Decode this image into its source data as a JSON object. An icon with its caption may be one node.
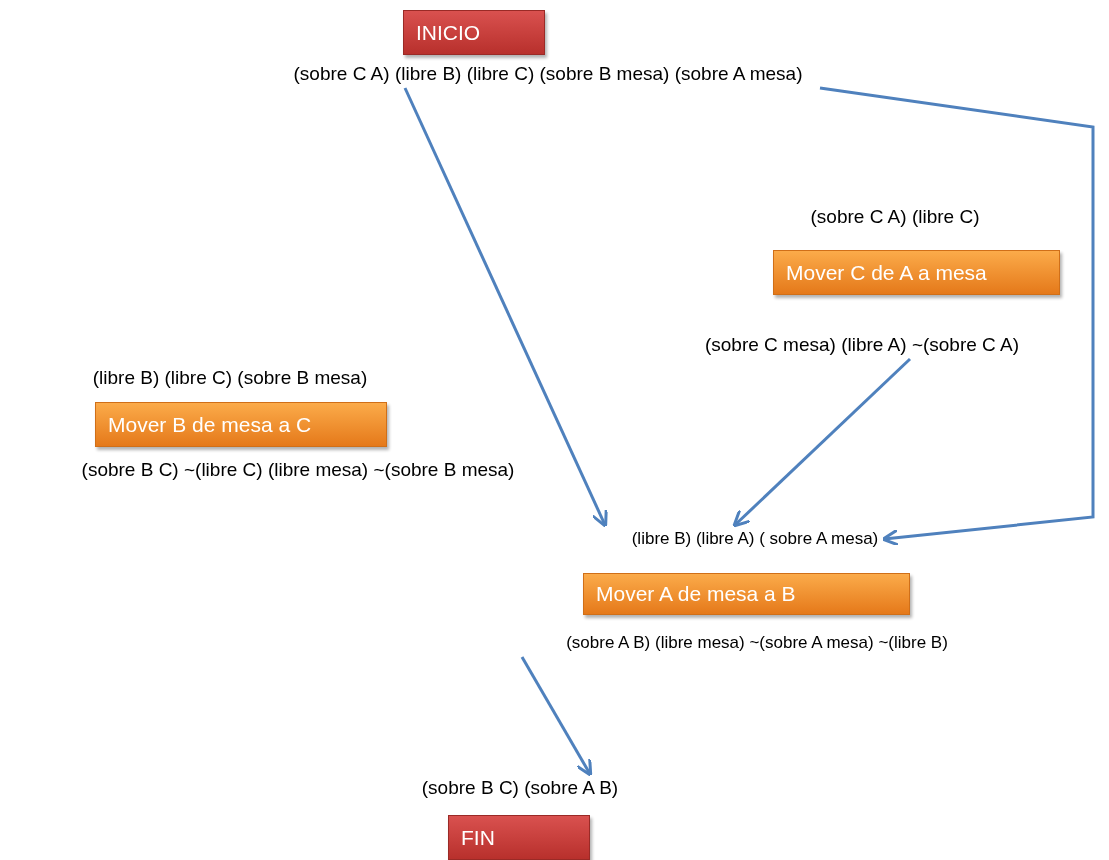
{
  "diagram": {
    "nodes": [
      {
        "text": [
          "INICIO"
        ]
      },
      {
        "text": [
          "(sobre C A) (libre B) (libre C) (sobre B mesa) (sobre A mesa)"
        ]
      },
      {
        "text": [
          "(sobre C A) (libre C)"
        ]
      },
      {
        "text": [
          "Mover C de A a mesa"
        ]
      },
      {
        "text": [
          "(sobre C mesa) (libre A) ~(sobre C A)"
        ]
      },
      {
        "text": [
          "(libre B) (libre C) (sobre B mesa)"
        ]
      },
      {
        "text": [
          "Mover B de mesa a C"
        ]
      },
      {
        "text": [
          "(sobre B C) ~(libre C) (libre mesa) ~(sobre B mesa)"
        ]
      },
      {
        "text": [
          "(libre B) (libre A) ( sobre A mesa)"
        ]
      },
      {
        "text": [
          "Mover A de mesa a B"
        ]
      },
      {
        "text": [
          "(sobre A B) (libre mesa) ~(sobre A mesa) ~(libre B)"
        ]
      },
      {
        "text": [
          "(sobre B C) (sobre A B)"
        ]
      },
      {
        "text": [
          "FIN"
        ]
      }
    ],
    "edges": [
      {
        "from": 1,
        "to": 8,
        "arrow": "to"
      },
      {
        "from": 1,
        "to": 8,
        "arrow": "to"
      },
      {
        "from": 4,
        "to": 8,
        "arrow": "to"
      },
      {
        "from": 10,
        "to": 11,
        "arrow": "to"
      }
    ]
  }
}
